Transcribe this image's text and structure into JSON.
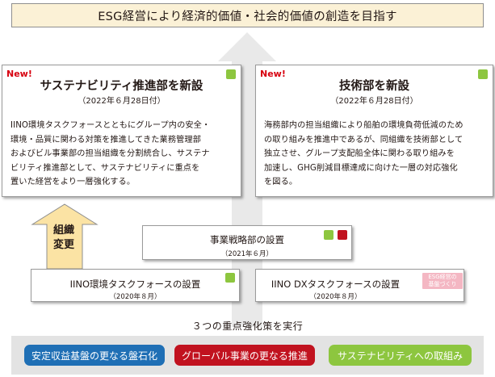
{
  "banner": {
    "text": "ESG経営により経済的価値・社会的価値の創造を目指す"
  },
  "left_card": {
    "new_label": "New!",
    "title": "サステナビリティ推進部を新設",
    "date": "（2022年６月28日付）",
    "body_lines": [
      "IINO環境タスクフォースとともにグループ内の安全・",
      "環境・品質に関わる対策を推進してきた業務管理部",
      "およびビル事業部の担当組織を分割統合し、サステナ",
      "ビリティ推進部として、サステナビリティに重点を",
      "置いた経営をより一層強化する。"
    ]
  },
  "right_card": {
    "new_label": "New!",
    "title": "技術部を新設",
    "date": "（2022年６月28日付）",
    "body_lines": [
      "海務部内の担当組織により船舶の環境負荷低減のため",
      "の取り組みを推進中であるが、同組織を技術部として",
      "独立させ、グループ支配船全体に関わる取り組みを",
      "加速し、GHG削減目標達成に向けた一層の対応強化",
      "を図る。"
    ]
  },
  "org_change": {
    "line1": "組織",
    "line2": "変更"
  },
  "strategy_box": {
    "title": "事業戦略部の設置",
    "date": "（2021年６月）"
  },
  "env_task_box": {
    "title": "IINO環境タスクフォースの設置",
    "date": "（2020年８月）"
  },
  "dx_task_box": {
    "title": "IINO DXタスクフォースの設置",
    "date": "（2020年８月）",
    "badge_line1": "ESG経営の",
    "badge_line2": "基盤づくり"
  },
  "strategy_label": "３つの重点強化策を実行",
  "pillars": [
    {
      "label": "安定収益基盤の更なる盤石化",
      "color": "#1f6fb5"
    },
    {
      "label": "グローバル事業の更なる推進",
      "color": "#c1121f"
    },
    {
      "label": "サステナビリティへの取組み",
      "color": "#8dc63f"
    }
  ],
  "colors": {
    "green": "#8dc63f",
    "red": "#c1121f",
    "blue": "#1f6fb5",
    "arrow_gray": "#e9e9e9",
    "arrow_yellow": "#fbe3a4",
    "banner_bg": "#fbf1d6"
  }
}
